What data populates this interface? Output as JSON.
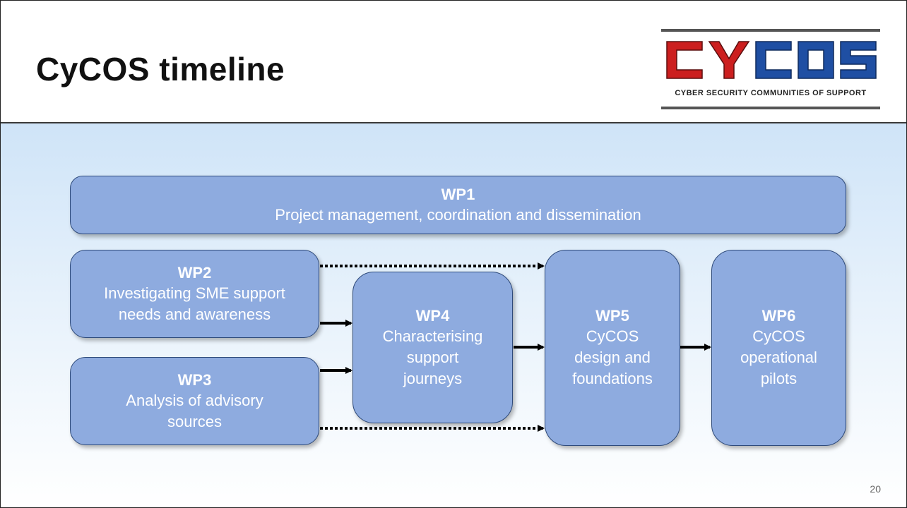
{
  "title": "CyCOS timeline",
  "logo": {
    "wordmark": "CYCOS",
    "tagline": "Cyber Security Communities of Support"
  },
  "page_number": "20",
  "work_packages": [
    {
      "code": "WP1",
      "desc": "Project management, coordination and dissemination"
    },
    {
      "code": "WP2",
      "desc": "Investigating SME support\nneeds and awareness"
    },
    {
      "code": "WP3",
      "desc": "Analysis of advisory\nsources"
    },
    {
      "code": "WP4",
      "desc": "Characterising\nsupport\njourneys"
    },
    {
      "code": "WP5",
      "desc": "CyCOS\ndesign and\nfoundations"
    },
    {
      "code": "WP6",
      "desc": "CyCOS\noperational\npilots"
    }
  ],
  "links": [
    {
      "from": "WP2",
      "to": "WP4",
      "style": "solid"
    },
    {
      "from": "WP3",
      "to": "WP4",
      "style": "solid"
    },
    {
      "from": "WP2",
      "to": "WP5",
      "style": "dotted"
    },
    {
      "from": "WP3",
      "to": "WP5",
      "style": "dotted"
    },
    {
      "from": "WP4",
      "to": "WP5",
      "style": "solid"
    },
    {
      "from": "WP5",
      "to": "WP6",
      "style": "solid"
    }
  ],
  "colors": {
    "box_fill": "#8eabdf",
    "box_border": "#2e4a7a",
    "logo_red": "#cc1f1f",
    "logo_blue": "#1f4fa3"
  }
}
